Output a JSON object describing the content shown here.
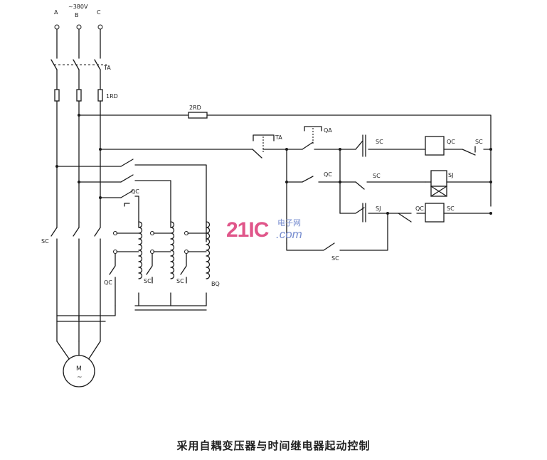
{
  "diagram": {
    "caption": "采用自耦变压器与时间继电器起动控制",
    "phases": [
      "A",
      "B",
      "C"
    ],
    "supply": "~380V",
    "labels": {
      "main_switch": "TA",
      "fuse_main": "1RD",
      "fuse_control": "2RD",
      "stop_button": "TA",
      "start_button": "QA",
      "contactor_sc": "SC",
      "contactor_qc": "QC",
      "time_relay": "SJ",
      "autotransformer": "BQ",
      "motor_symbol": "M",
      "motor_tilde": "~"
    }
  },
  "watermark": {
    "brand": "21IC",
    "cn": "电子网",
    "domain": ".com"
  }
}
